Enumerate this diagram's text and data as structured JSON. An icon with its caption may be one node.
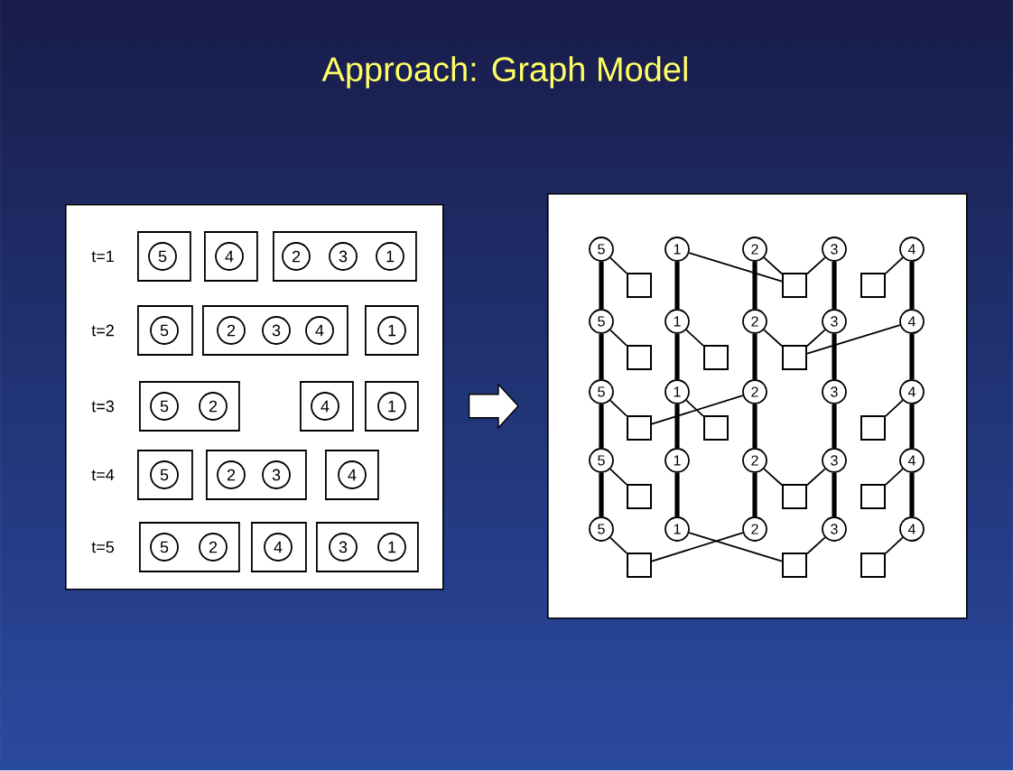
{
  "diagram": {
    "title": "Approach: Graph Model",
    "nodes": [
      {
        "text": [],
        "shape": "box"
      },
      {
        "text": [],
        "shape": "box",
        "in": 0
      },
      {
        "text": [
          "5"
        ],
        "in": 1
      },
      {
        "text": [],
        "shape": "box",
        "in": 0
      },
      {
        "text": [
          "4"
        ],
        "in": 3
      },
      {
        "text": [],
        "shape": "box",
        "in": 0
      },
      {
        "text": [
          "2"
        ],
        "in": 5
      },
      {
        "text": [
          "3"
        ],
        "in": 5
      },
      {
        "text": [
          "1"
        ],
        "in": 5
      },
      {
        "text": [],
        "shape": "box",
        "in": 0
      },
      {
        "text": [
          "5"
        ],
        "in": 9
      },
      {
        "text": [],
        "shape": "box",
        "in": 0
      },
      {
        "text": [
          "2"
        ],
        "in": 11
      },
      {
        "text": [
          "3"
        ],
        "in": 11
      },
      {
        "text": [
          "4"
        ],
        "in": 11
      },
      {
        "text": [],
        "shape": "box",
        "in": 0
      },
      {
        "text": [
          "1"
        ],
        "in": 15
      },
      {
        "text": [],
        "shape": "box",
        "in": 0
      },
      {
        "text": [
          "5"
        ],
        "in": 17
      },
      {
        "text": [
          "2"
        ],
        "in": 17
      },
      {
        "text": [],
        "shape": "box",
        "in": 0
      },
      {
        "text": [
          "4"
        ],
        "in": 20
      },
      {
        "text": [],
        "shape": "box",
        "in": 0
      },
      {
        "text": [
          "1"
        ],
        "in": 22
      },
      {
        "text": [],
        "shape": "box",
        "in": 0
      },
      {
        "text": [
          "5"
        ],
        "in": 24
      },
      {
        "text": [],
        "shape": "box",
        "in": 0
      },
      {
        "text": [
          "2"
        ],
        "in": 26
      },
      {
        "text": [
          "3"
        ],
        "in": 26
      },
      {
        "text": [],
        "shape": "box",
        "in": 0
      },
      {
        "text": [
          "4"
        ],
        "in": 29
      },
      {
        "text": [],
        "shape": "box",
        "in": 0
      },
      {
        "text": [
          "5"
        ],
        "in": 31
      },
      {
        "text": [
          "2"
        ],
        "in": 31
      },
      {
        "text": [],
        "shape": "box",
        "in": 0
      },
      {
        "text": [
          "4"
        ],
        "in": 34
      },
      {
        "text": [],
        "shape": "box",
        "in": 0
      },
      {
        "text": [
          "3"
        ],
        "in": 36
      },
      {
        "text": [
          "1"
        ],
        "in": 36
      },
      {
        "text": [],
        "shape": "box"
      },
      {
        "text": [
          "5"
        ],
        "in": 39
      },
      {
        "text": [
          "1"
        ],
        "in": 39
      },
      {
        "text": [
          "2"
        ],
        "in": 39
      },
      {
        "text": [
          "3"
        ],
        "in": 39
      },
      {
        "text": [
          "4"
        ],
        "in": 39
      },
      {
        "text": [],
        "shape": "box",
        "in": 39
      },
      {
        "text": [],
        "shape": "box",
        "in": 39
      },
      {
        "text": [],
        "shape": "box",
        "in": 39
      },
      {
        "text": [
          "5"
        ],
        "in": 39
      },
      {
        "text": [
          "1"
        ],
        "in": 39
      },
      {
        "text": [
          "2"
        ],
        "in": 39
      },
      {
        "text": [
          "3"
        ],
        "in": 39
      },
      {
        "text": [
          "4"
        ],
        "in": 39
      },
      {
        "text": [],
        "shape": "box",
        "in": 39
      },
      {
        "text": [],
        "shape": "box",
        "in": 39
      },
      {
        "text": [],
        "shape": "box",
        "in": 39
      },
      {
        "text": [
          "5"
        ],
        "in": 39
      },
      {
        "text": [
          "1"
        ],
        "in": 39
      },
      {
        "text": [
          "2"
        ],
        "in": 39
      },
      {
        "text": [
          "3"
        ],
        "in": 39
      },
      {
        "text": [
          "4"
        ],
        "in": 39
      },
      {
        "text": [],
        "shape": "box",
        "in": 39
      },
      {
        "text": [],
        "shape": "box",
        "in": 39
      },
      {
        "text": [],
        "shape": "box",
        "in": 39
      },
      {
        "text": [
          "5"
        ],
        "in": 39
      },
      {
        "text": [
          "1"
        ],
        "in": 39
      },
      {
        "text": [
          "2"
        ],
        "in": 39
      },
      {
        "text": [
          "3"
        ],
        "in": 39
      },
      {
        "text": [
          "4"
        ],
        "in": 39
      },
      {
        "text": [],
        "shape": "box",
        "in": 39
      },
      {
        "text": [],
        "shape": "box",
        "in": 39
      },
      {
        "text": [],
        "shape": "box",
        "in": 39
      },
      {
        "text": [
          "5"
        ],
        "in": 39
      },
      {
        "text": [
          "1"
        ],
        "in": 39
      },
      {
        "text": [
          "2"
        ],
        "in": 39
      },
      {
        "text": [
          "3"
        ],
        "in": 39
      },
      {
        "text": [
          "4"
        ],
        "in": 39
      },
      {
        "text": [],
        "shape": "box",
        "in": 39
      },
      {
        "text": [],
        "shape": "box",
        "in": 39
      },
      {
        "text": [],
        "shape": "box",
        "in": 39
      }
    ],
    "edges": [
      {
        "from": 0,
        "to": 39,
        "arrow": "to"
      },
      {
        "from": 40,
        "to": 48,
        "arrow": "none",
        "style": "thick"
      },
      {
        "from": 48,
        "to": 56,
        "arrow": "none",
        "style": "thick"
      },
      {
        "from": 56,
        "to": 64,
        "arrow": "none",
        "style": "thick"
      },
      {
        "from": 64,
        "to": 72,
        "arrow": "none",
        "style": "thick"
      },
      {
        "from": 41,
        "to": 49,
        "arrow": "none",
        "style": "thick"
      },
      {
        "from": 49,
        "to": 57,
        "arrow": "none",
        "style": "thick"
      },
      {
        "from": 57,
        "to": 65,
        "arrow": "none",
        "style": "thick"
      },
      {
        "from": 65,
        "to": 73,
        "arrow": "none",
        "style": "thick"
      },
      {
        "from": 42,
        "to": 50,
        "arrow": "none",
        "style": "thick"
      },
      {
        "from": 50,
        "to": 58,
        "arrow": "none",
        "style": "thick"
      },
      {
        "from": 58,
        "to": 66,
        "arrow": "none",
        "style": "thick"
      },
      {
        "from": 66,
        "to": 74,
        "arrow": "none",
        "style": "thick"
      },
      {
        "from": 43,
        "to": 51,
        "arrow": "none",
        "style": "thick"
      },
      {
        "from": 51,
        "to": 59,
        "arrow": "none",
        "style": "thick"
      },
      {
        "from": 59,
        "to": 67,
        "arrow": "none",
        "style": "thick"
      },
      {
        "from": 67,
        "to": 75,
        "arrow": "none",
        "style": "thick"
      },
      {
        "from": 44,
        "to": 52,
        "arrow": "none",
        "style": "thick"
      },
      {
        "from": 52,
        "to": 60,
        "arrow": "none",
        "style": "thick"
      },
      {
        "from": 60,
        "to": 68,
        "arrow": "none",
        "style": "thick"
      },
      {
        "from": 68,
        "to": 76,
        "arrow": "none",
        "style": "thick"
      },
      {
        "from": 40,
        "to": 45,
        "arrow": "none"
      },
      {
        "from": 41,
        "to": 46,
        "arrow": "none"
      },
      {
        "from": 42,
        "to": 46,
        "arrow": "none"
      },
      {
        "from": 43,
        "to": 46,
        "arrow": "none"
      },
      {
        "from": 44,
        "to": 47,
        "arrow": "none"
      },
      {
        "from": 48,
        "to": 53,
        "arrow": "none"
      },
      {
        "from": 49,
        "to": 54,
        "arrow": "none"
      },
      {
        "from": 50,
        "to": 55,
        "arrow": "none"
      },
      {
        "from": 51,
        "to": 55,
        "arrow": "none"
      },
      {
        "from": 52,
        "to": 55,
        "arrow": "none"
      },
      {
        "from": 56,
        "to": 61,
        "arrow": "none"
      },
      {
        "from": 58,
        "to": 61,
        "arrow": "none"
      },
      {
        "from": 57,
        "to": 62,
        "arrow": "none"
      },
      {
        "from": 60,
        "to": 63,
        "arrow": "none"
      },
      {
        "from": 64,
        "to": 69,
        "arrow": "none"
      },
      {
        "from": 66,
        "to": 70,
        "arrow": "none"
      },
      {
        "from": 67,
        "to": 70,
        "arrow": "none"
      },
      {
        "from": 68,
        "to": 71,
        "arrow": "none"
      },
      {
        "from": 72,
        "to": 77,
        "arrow": "none"
      },
      {
        "from": 74,
        "to": 77,
        "arrow": "none"
      },
      {
        "from": 73,
        "to": 78,
        "arrow": "none"
      },
      {
        "from": 75,
        "to": 78,
        "arrow": "none"
      },
      {
        "from": 76,
        "to": 79,
        "arrow": "none"
      }
    ],
    "labels": [
      "t=1",
      "t=2",
      "t=3",
      "t=4",
      "t=5"
    ]
  }
}
